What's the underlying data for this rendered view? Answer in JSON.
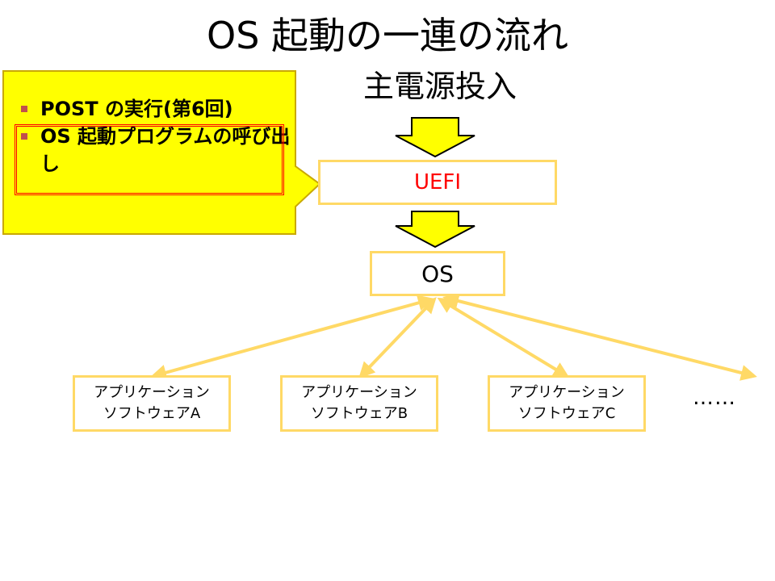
{
  "title": "OS 起動の一連の流れ",
  "power_label": "主電源投入",
  "uefi_label": "UEFI",
  "os_label": "OS",
  "callout": {
    "items": [
      "POST の実行(第6回)",
      "OS 起動プログラムの呼び出し"
    ]
  },
  "apps": [
    {
      "line1": "アプリケーション",
      "line2": "ソフトウェアA"
    },
    {
      "line1": "アプリケーション",
      "line2": "ソフトウェアB"
    },
    {
      "line1": "アプリケーション",
      "line2": "ソフトウェアC"
    }
  ],
  "more": "……",
  "colors": {
    "box_border": "#ffd966",
    "arrow_fill": "#ffff00",
    "callout_fill": "#ffff00",
    "uefi_text": "#ff0000",
    "highlight_border": "#ff0000",
    "bullet": "#c0504d"
  }
}
